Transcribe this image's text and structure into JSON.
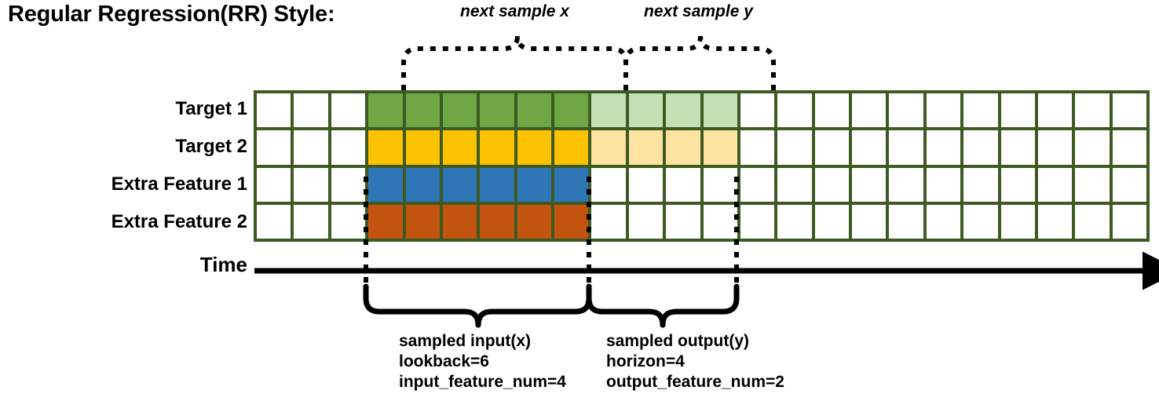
{
  "title": "Regular Regression(RR) Style:",
  "rows": [
    {
      "label": "Target 1",
      "name": "target-1"
    },
    {
      "label": "Target 2",
      "name": "target-2"
    },
    {
      "label": "Extra Feature 1",
      "name": "extra-feature-1"
    },
    {
      "label": "Extra Feature 2",
      "name": "extra-feature-2"
    }
  ],
  "time_axis_label": "Time",
  "grid": {
    "columns": 24,
    "rows": 4,
    "border_color": "#3c5a21",
    "empty_color": "#ffffff",
    "input_start_col": 4,
    "input_end_col": 9,
    "output_start_col": 10,
    "output_end_col": 13,
    "cells": [
      [
        "empty",
        "empty",
        "empty",
        "green",
        "green",
        "green",
        "green",
        "green",
        "green",
        "greenlt",
        "greenlt",
        "greenlt",
        "greenlt",
        "empty",
        "empty",
        "empty",
        "empty",
        "empty",
        "empty",
        "empty",
        "empty",
        "empty",
        "empty",
        "empty"
      ],
      [
        "empty",
        "empty",
        "empty",
        "yellow",
        "yellow",
        "yellow",
        "yellow",
        "yellow",
        "yellow",
        "yellowlt",
        "yellowlt",
        "yellowlt",
        "yellowlt",
        "empty",
        "empty",
        "empty",
        "empty",
        "empty",
        "empty",
        "empty",
        "empty",
        "empty",
        "empty",
        "empty"
      ],
      [
        "empty",
        "empty",
        "empty",
        "blue",
        "blue",
        "blue",
        "blue",
        "blue",
        "blue",
        "empty",
        "empty",
        "empty",
        "empty",
        "empty",
        "empty",
        "empty",
        "empty",
        "empty",
        "empty",
        "empty",
        "empty",
        "empty",
        "empty",
        "empty"
      ],
      [
        "empty",
        "empty",
        "empty",
        "orange",
        "orange",
        "orange",
        "orange",
        "orange",
        "orange",
        "empty",
        "empty",
        "empty",
        "empty",
        "empty",
        "empty",
        "empty",
        "empty",
        "empty",
        "empty",
        "empty",
        "empty",
        "empty",
        "empty",
        "empty"
      ]
    ],
    "colors": {
      "green": "#6ea744",
      "green_light": "#c5e0b4",
      "yellow": "#fcc200",
      "yellow_light": "#ffe3a0",
      "blue": "#2e76b6",
      "orange": "#c35410"
    }
  },
  "top_annotations": [
    {
      "label": "next sample x",
      "name": "next-sample-x"
    },
    {
      "label": "next sample y",
      "name": "next-sample-y"
    }
  ],
  "bottom_annotations": [
    {
      "name": "sampled-input",
      "lines": [
        "sampled input(x)",
        "lookback=6",
        "input_feature_num=4"
      ]
    },
    {
      "name": "sampled-output",
      "lines": [
        "sampled output(y)",
        "horizon=4",
        "output_feature_num=2"
      ]
    }
  ]
}
